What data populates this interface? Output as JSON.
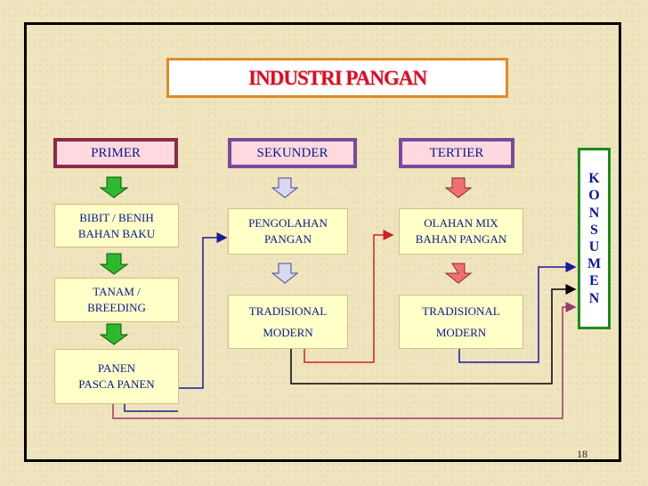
{
  "title": "INDUSTRI PANGAN",
  "columns": {
    "primer": {
      "header": "PRIMER",
      "boxes": [
        [
          "BIBIT / BENIH",
          "BAHAN BAKU"
        ],
        [
          "TANAM /",
          "BREEDING"
        ],
        [
          "PANEN",
          "PASCA PANEN"
        ]
      ]
    },
    "sekunder": {
      "header": "SEKUNDER",
      "boxes": [
        [
          "PENGOLAHAN",
          "PANGAN"
        ],
        [
          "TRADISIONAL",
          "MODERN"
        ]
      ]
    },
    "tertier": {
      "header": "TERTIER",
      "boxes": [
        [
          "OLAHAN MIX",
          "BAHAN PANGAN"
        ],
        [
          "TRADISIONAL",
          "MODERN"
        ]
      ]
    }
  },
  "konsumen_letters": [
    "K",
    "O",
    "N",
    "S",
    "U",
    "M",
    "E",
    "N"
  ],
  "page_number": "18",
  "colors": {
    "title_text": "#d2122a",
    "title_border": "#e08a2a",
    "arrow_primer": "#2eb82e",
    "arrow_sekunder": "#d8d8f4",
    "arrow_tertier": "#f07070",
    "konsumen_border": "#1e8a1e",
    "line_blue": "#1a1a9a",
    "line_red": "#cc2222",
    "line_black": "#000000",
    "line_purple": "#9a3a6a"
  }
}
